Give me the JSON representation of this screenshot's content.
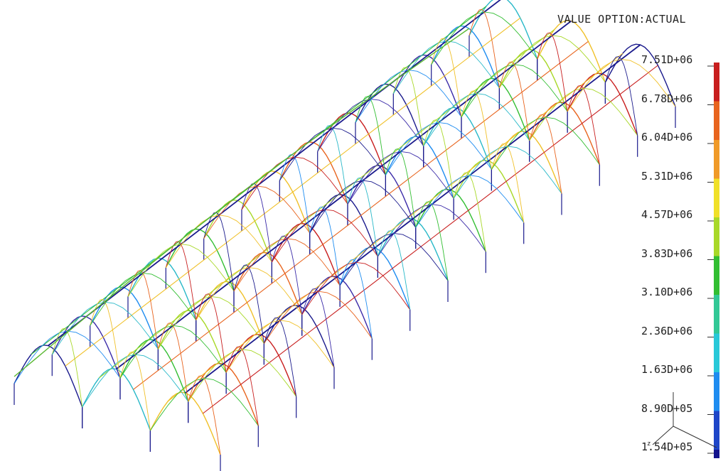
{
  "header": {
    "value_option": "VALUE OPTION:ACTUAL"
  },
  "legend": {
    "ticks": [
      "7.51D+06",
      "6.78D+06",
      "6.04D+06",
      "5.31D+06",
      "4.57D+06",
      "3.83D+06",
      "3.10D+06",
      "2.36D+06",
      "1.63D+06",
      "8.90D+05",
      "1.54D+05"
    ],
    "colors": [
      "#c81e1e",
      "#e8641e",
      "#f09a28",
      "#f0e028",
      "#a8d828",
      "#32be32",
      "#32c896",
      "#28c8d8",
      "#1e8cf0",
      "#1e46c8",
      "#12128c"
    ]
  },
  "triad": {
    "z_label": "z"
  },
  "model": {
    "description_colors": [
      "#1a1a8c",
      "#3a2aa8",
      "#1e8cf0",
      "#28b8c8",
      "#32be32",
      "#a8d828",
      "#f0c028",
      "#e8641e",
      "#c81e1e"
    ]
  }
}
